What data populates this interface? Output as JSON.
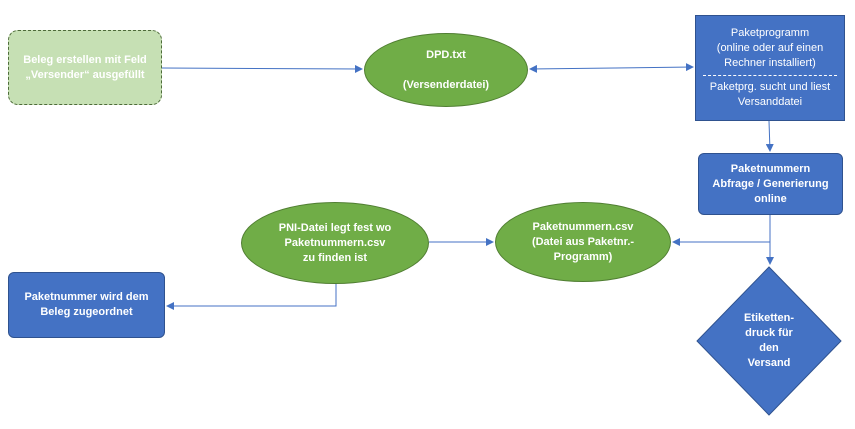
{
  "nodes": {
    "beleg_erstellen": "Beleg erstellen mit Feld\n„Versender“ ausgefüllt",
    "dpd_txt": "DPD.txt\n\n(Versenderdatei)",
    "paketprogramm": {
      "top": "Paketprogramm\n(online oder auf einen\nRechner installiert)",
      "bottom": "Paketprg. sucht und liest\nVersanddatei"
    },
    "paketnummern_abfrage": "Paketnummern\nAbfrage / Generierung\nonline",
    "paketnummern_csv": "Paketnummern.csv\n(Datei aus Paketnr.-\nProgramm)",
    "pni_datei": "PNI-Datei legt fest wo\nPaketnummern.csv\nzu finden ist",
    "paketnummer_beleg": "Paketnummer wird dem\nBeleg zugeordnet",
    "etikettendruck": "Etiketten-\ndruck für\nden\nVersand"
  },
  "colors": {
    "green_fill": "#70ad47",
    "light_green_fill": "#c6e0b4",
    "blue_fill": "#4472c4",
    "connector": "#4472c4"
  }
}
